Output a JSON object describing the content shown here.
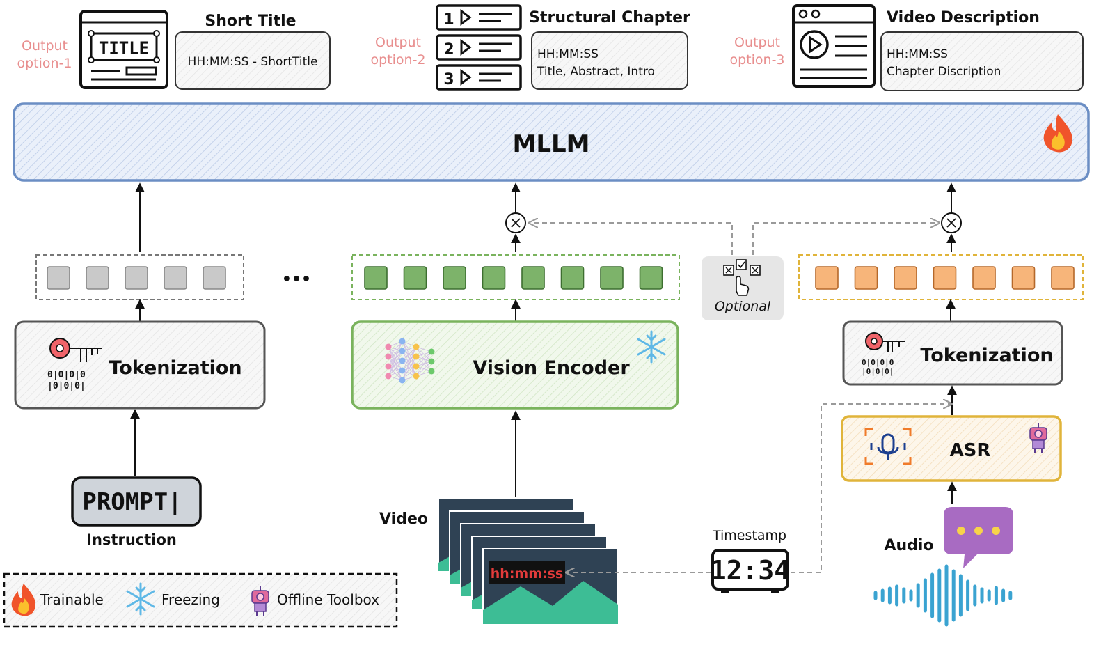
{
  "outputs": [
    {
      "option_label": [
        "Output",
        "option-1"
      ],
      "title": "Short Title",
      "lines": [
        "HH:MM:SS - ShortTitle"
      ]
    },
    {
      "option_label": [
        "Output",
        "option-2"
      ],
      "title": "Structural Chapter",
      "lines": [
        "HH:MM:SS",
        "Title, Abstract, Intro"
      ]
    },
    {
      "option_label": [
        "Output",
        "option-3"
      ],
      "title": "Video Description",
      "lines": [
        "HH:MM:SS",
        "Chapter Discription"
      ]
    }
  ],
  "title_icon_text": "TITLE",
  "chapter_numbers": [
    "1",
    "2",
    "3"
  ],
  "mllm_label": "MLLM",
  "ellipsis": "•••",
  "optional_label": "Optional",
  "left_branch": {
    "tokenization_label": "Tokenization",
    "prompt_text": "PROMPT|",
    "instruction_label": "Instruction"
  },
  "center_branch": {
    "encoder_label": "Vision Encoder",
    "video_label": "Video",
    "frame_timestamp": "hh:mm:ss"
  },
  "right_branch": {
    "tokenization_label": "Tokenization",
    "asr_label": "ASR",
    "audio_label": "Audio",
    "timestamp_label": "Timestamp",
    "clock_text": "12:34"
  },
  "legend": {
    "trainable": "Trainable",
    "freezing": "Freezing",
    "toolbox": "Offline Toolbox"
  },
  "colors": {
    "mllm_border": "#6b8ec4",
    "mllm_fill": "#e4ecf8",
    "green": "#7db36a",
    "green_border": "#7ab35d",
    "orange": "#f7b57a",
    "orange_border": "#e0b43a",
    "gray_token": "#c9c9c9",
    "pink_text": "#e88e8e",
    "frame_dark": "#2f4254",
    "frame_teal": "#3dbd95",
    "audio_blue": "#3aa3d1",
    "bubble_purple": "#a86bc2"
  }
}
